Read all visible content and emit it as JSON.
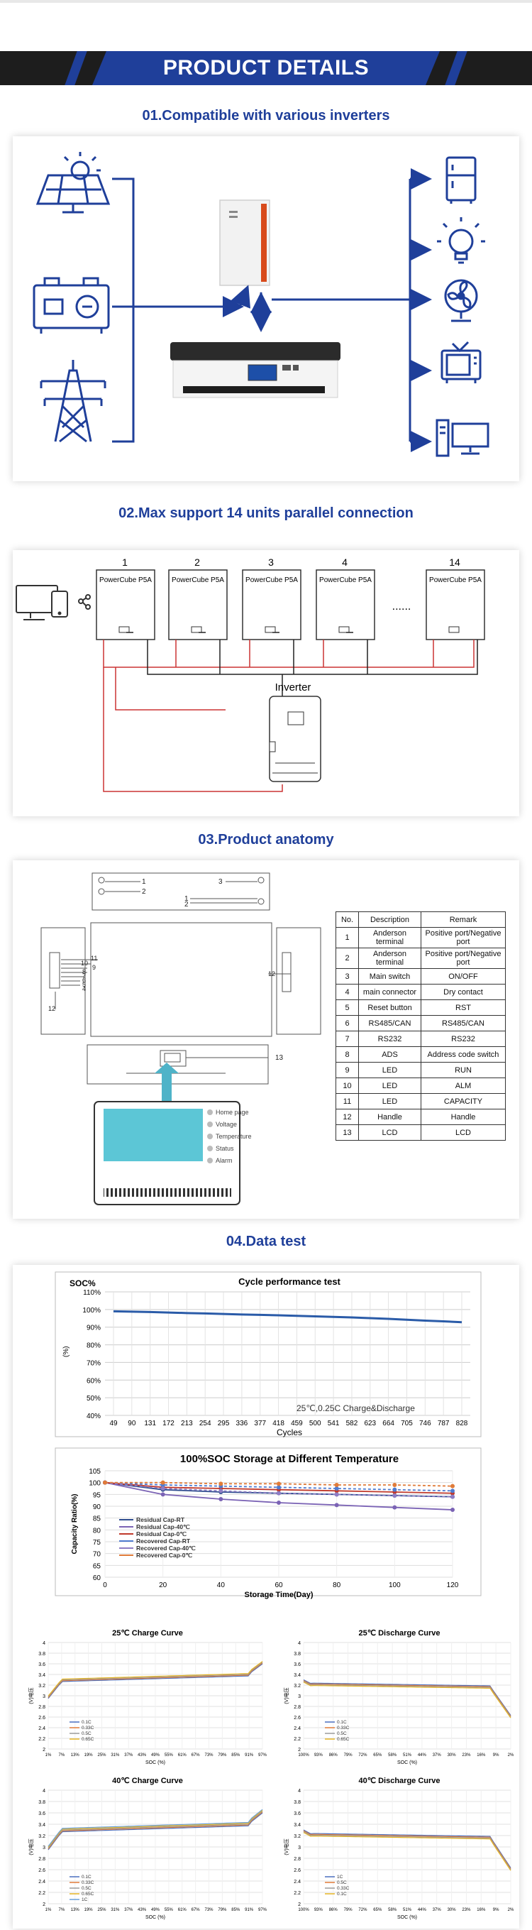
{
  "banner": {
    "title": "PRODUCT DETAILS"
  },
  "sections": {
    "s1": "01.Compatible with various inverters",
    "s2": "02.Max support 14 units parallel connection",
    "s3": "03.Product anatomy",
    "s4": "04.Data test"
  },
  "parallel": {
    "unit_numbers": [
      "1",
      "2",
      "3",
      "4",
      "14"
    ],
    "unit_label": "PowerCube P5A",
    "ellipsis": "......",
    "inverter_label": "Inverter"
  },
  "anatomy": {
    "headers": [
      "No.",
      "Description",
      "Remark"
    ],
    "rows": [
      [
        "1",
        "Anderson terminal",
        "Positive port/Negative port"
      ],
      [
        "2",
        "Anderson terminal",
        "Positive port/Negative port"
      ],
      [
        "3",
        "Main switch",
        "ON/OFF"
      ],
      [
        "4",
        "main connector",
        "Dry contact"
      ],
      [
        "5",
        "Reset button",
        "RST"
      ],
      [
        "6",
        "RS485/CAN",
        "RS485/CAN"
      ],
      [
        "7",
        "RS232",
        "RS232"
      ],
      [
        "8",
        "ADS",
        "Address code switch"
      ],
      [
        "9",
        "LED",
        "RUN"
      ],
      [
        "10",
        "LED",
        "ALM"
      ],
      [
        "11",
        "LED",
        "CAPACITY"
      ],
      [
        "12",
        "Handle",
        "Handle"
      ],
      [
        "13",
        "LCD",
        "LCD"
      ]
    ],
    "callouts": [
      "1",
      "2",
      "3",
      "11",
      "10",
      "9",
      "8",
      "7",
      "6",
      "5",
      "4",
      "12",
      "12",
      "13"
    ],
    "lcd_menu": [
      "Home page",
      "Voltage",
      "Temperature",
      "Status",
      "Alarm"
    ]
  },
  "chart_data": [
    {
      "type": "line",
      "title": "Cycle performance test",
      "ylabel": "SOC%",
      "y_unit_label": "(%)",
      "xlabel": "Cycles",
      "annotation": "25℃,0.25C Charge&Discharge",
      "x": [
        "49",
        "90",
        "131",
        "172",
        "213",
        "254",
        "295",
        "336",
        "377",
        "418",
        "459",
        "500",
        "541",
        "582",
        "623",
        "664",
        "705",
        "746",
        "787",
        "828"
      ],
      "yticks": [
        "110%",
        "100%",
        "90%",
        "80%",
        "70%",
        "60%",
        "50%",
        "40%"
      ],
      "ylim": [
        40,
        110
      ],
      "series": [
        {
          "values": [
            99,
            98.8,
            98.6,
            98.3,
            98.0,
            97.8,
            97.5,
            97.2,
            97.0,
            96.7,
            96.4,
            96.1,
            95.8,
            95.5,
            95.1,
            94.7,
            94.2,
            93.7,
            93.3,
            92.8
          ]
        }
      ],
      "color": "#2a5ba8"
    },
    {
      "type": "line",
      "title": "100%SOC Storage at Different Temperature",
      "ylabel": "Capacity Ratio(%)",
      "xlabel": "Storage Time(Day)",
      "x": [
        0,
        20,
        40,
        60,
        80,
        100,
        120
      ],
      "yticks": [
        "105",
        "100",
        "95",
        "90",
        "85",
        "80",
        "75",
        "70",
        "65",
        "60"
      ],
      "ylim": [
        60,
        105
      ],
      "series": [
        {
          "name": "Residual Cap-RT",
          "values": [
            100,
            97,
            96,
            95.5,
            95,
            94.5,
            94
          ],
          "color": "#2f4d8f"
        },
        {
          "name": "Residual Cap-40℃",
          "values": [
            100,
            95,
            93,
            91.5,
            90.5,
            89.5,
            88.5
          ],
          "color": "#7b63b5"
        },
        {
          "name": "Residual Cap-0℃",
          "values": [
            100,
            98,
            97.5,
            97,
            96.5,
            96,
            95.5
          ],
          "color": "#c0392b"
        },
        {
          "name": "Recovered Cap-RT",
          "values": [
            100,
            99,
            98.5,
            98,
            97.5,
            97,
            96.5
          ],
          "color": "#4f7bd0"
        },
        {
          "name": "Recovered Cap-40℃",
          "values": [
            100,
            97.5,
            96.5,
            95.5,
            95,
            94.5,
            94
          ],
          "color": "#8e7cc3"
        },
        {
          "name": "Recovered Cap-0℃",
          "values": [
            100,
            100,
            99.5,
            99.5,
            99,
            99,
            98.5
          ],
          "color": "#e07b39"
        }
      ]
    },
    {
      "type": "line",
      "title": "25℃ Charge Curve",
      "ylabel": "(V)电压",
      "xlabel": "SOC (%)",
      "x": [
        "1%",
        "7%",
        "13%",
        "19%",
        "25%",
        "31%",
        "37%",
        "43%",
        "49%",
        "55%",
        "61%",
        "67%",
        "73%",
        "79%",
        "85%",
        "91%",
        "97%"
      ],
      "yticks": [
        "4",
        "3.8",
        "3.6",
        "3.4",
        "3.2",
        "3",
        "2.8",
        "2.6",
        "2.4",
        "2.2",
        "2"
      ],
      "ylim": [
        2,
        4
      ],
      "series": [
        {
          "name": "0.1C",
          "color": "#4a6fbf"
        },
        {
          "name": "0.33C",
          "color": "#e07b39"
        },
        {
          "name": "0.5C",
          "color": "#9a9a9a"
        },
        {
          "name": "0.65C",
          "color": "#e6b422"
        }
      ]
    },
    {
      "type": "line",
      "title": "25℃ Discharge Curve",
      "ylabel": "(V)电压",
      "xlabel": "SOC (%)",
      "x": [
        "100%",
        "93%",
        "86%",
        "79%",
        "72%",
        "65%",
        "58%",
        "51%",
        "44%",
        "37%",
        "30%",
        "23%",
        "16%",
        "9%",
        "2%"
      ],
      "yticks": [
        "4",
        "3.8",
        "3.6",
        "3.4",
        "3.2",
        "3",
        "2.8",
        "2.6",
        "2.4",
        "2.2",
        "2"
      ],
      "ylim": [
        2,
        4
      ],
      "series": [
        {
          "name": "0.1C",
          "color": "#4a6fbf"
        },
        {
          "name": "0.33C",
          "color": "#e07b39"
        },
        {
          "name": "0.5C",
          "color": "#9a9a9a"
        },
        {
          "name": "0.65C",
          "color": "#e6b422"
        }
      ]
    },
    {
      "type": "line",
      "title": "40℃ Charge Curve",
      "ylabel": "(V)电压",
      "xlabel": "SOC (%)",
      "x": [
        "1%",
        "7%",
        "13%",
        "19%",
        "25%",
        "31%",
        "37%",
        "43%",
        "49%",
        "55%",
        "61%",
        "67%",
        "73%",
        "79%",
        "85%",
        "91%",
        "97%"
      ],
      "yticks": [
        "4",
        "3.8",
        "3.6",
        "3.4",
        "3.2",
        "3",
        "2.8",
        "2.6",
        "2.4",
        "2.2",
        "2"
      ],
      "ylim": [
        2,
        4
      ],
      "series": [
        {
          "name": "0.1C",
          "color": "#4a6fbf"
        },
        {
          "name": "0.33C",
          "color": "#e07b39"
        },
        {
          "name": "0.5C",
          "color": "#9a9a9a"
        },
        {
          "name": "0.65C",
          "color": "#e6b422"
        },
        {
          "name": "1C",
          "color": "#6aa0d8"
        }
      ]
    },
    {
      "type": "line",
      "title": "40℃ Discharge Curve",
      "ylabel": "(V)电压",
      "xlabel": "SOC (%)",
      "x": [
        "100%",
        "93%",
        "86%",
        "79%",
        "72%",
        "65%",
        "58%",
        "51%",
        "44%",
        "37%",
        "30%",
        "23%",
        "16%",
        "9%",
        "2%"
      ],
      "yticks": [
        "4",
        "3.8",
        "3.6",
        "3.4",
        "3.2",
        "3",
        "2.8",
        "2.6",
        "2.4",
        "2.2",
        "2"
      ],
      "ylim": [
        2,
        4
      ],
      "series": [
        {
          "name": "1C",
          "color": "#4a6fbf"
        },
        {
          "name": "0.5C",
          "color": "#e07b39"
        },
        {
          "name": "0.33C",
          "color": "#9a9a9a"
        },
        {
          "name": "0.1C",
          "color": "#e6b422"
        }
      ]
    }
  ]
}
